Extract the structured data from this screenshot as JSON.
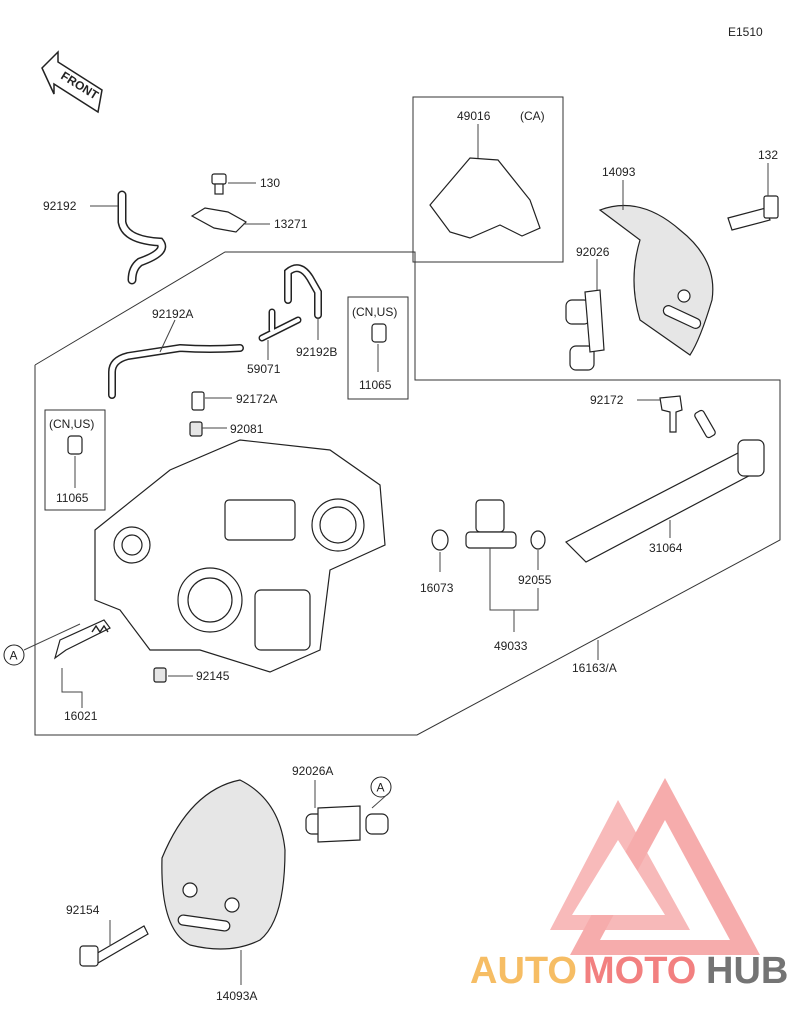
{
  "diagram": {
    "code": "E1510",
    "front_label": "FRONT",
    "callout_ref": "A",
    "parts": {
      "p130": "130",
      "p13271": "13271",
      "p92192": "92192",
      "p92192A": "92192A",
      "p92192B": "92192B",
      "p59071": "59071",
      "p11065_left": "11065",
      "p11065_right": "11065",
      "cn_us_left": "(CN,US)",
      "cn_us_right": "(CN,US)",
      "p92172A": "92172A",
      "p92081": "92081",
      "p49016": "49016",
      "ca_tag": "(CA)",
      "p14093": "14093",
      "p132": "132",
      "p92026": "92026",
      "p92172": "92172",
      "p31064": "31064",
      "p16073": "16073",
      "p92055": "92055",
      "p49033": "49033",
      "p16163A": "16163/A",
      "p16021": "16021",
      "p92145": "92145",
      "p92026A": "92026A",
      "p92154": "92154",
      "p14093A": "14093A"
    }
  },
  "watermark": {
    "word_part1": "AUTO",
    "word_part2": "MOTO",
    "word_part3": "HUB",
    "color_main": "#f06a6a",
    "color_alt": "#f5b24a",
    "color_dark": "#3a3a3a"
  }
}
